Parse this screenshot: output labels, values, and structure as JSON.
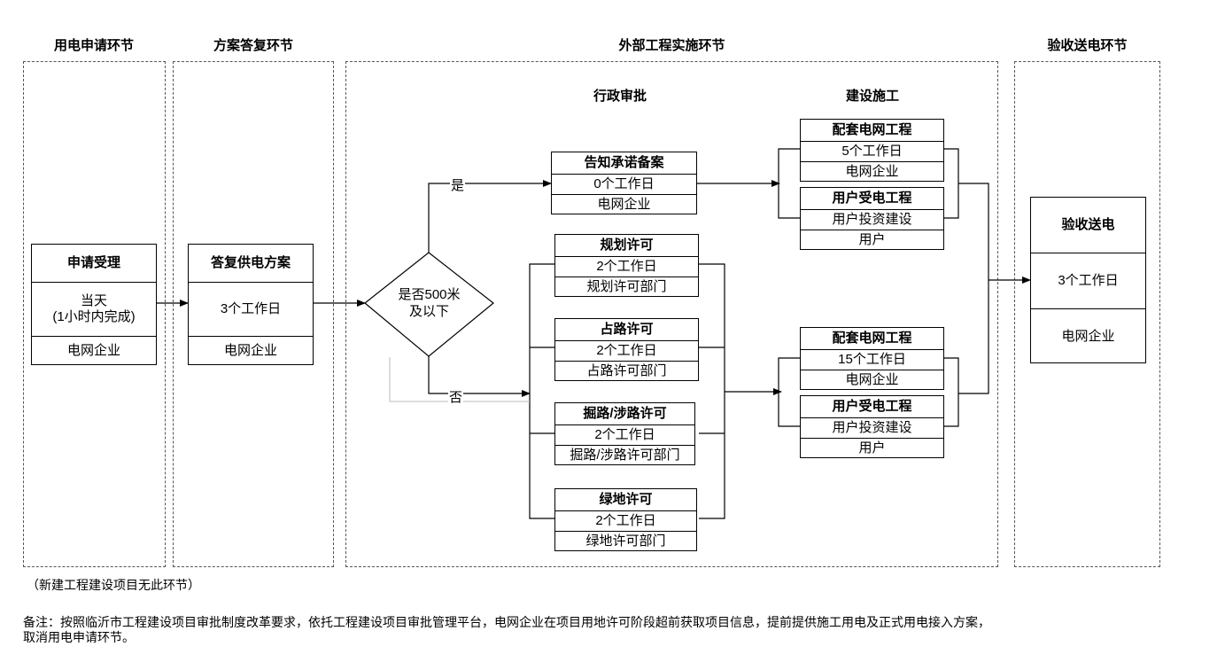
{
  "stages": {
    "apply": "用电申请环节",
    "plan": "方案答复环节",
    "external": "外部工程实施环节",
    "accept": "验收送电环节"
  },
  "subheads": {
    "admin": "行政审批",
    "construction": "建设施工"
  },
  "apply_box": {
    "title": "申请受理",
    "time_line1": "当天",
    "time_line2": "(1小时内完成)",
    "party": "电网企业"
  },
  "plan_box": {
    "title": "答复供电方案",
    "time": "3个工作日",
    "party": "电网企业"
  },
  "decision": {
    "line1": "是否500米",
    "line2": "及以下",
    "yes": "是",
    "no": "否"
  },
  "notice_box": {
    "title": "告知承诺备案",
    "time": "0个工作日",
    "party": "电网企业"
  },
  "permits": [
    {
      "title": "规划许可",
      "time": "2个工作日",
      "party": "规划许可部门"
    },
    {
      "title": "占路许可",
      "time": "2个工作日",
      "party": "占路许可部门"
    },
    {
      "title": "掘路/涉路许可",
      "time": "2个工作日",
      "party": "掘路/涉路许可部门"
    },
    {
      "title": "绿地许可",
      "time": "2个工作日",
      "party": "绿地许可部门"
    }
  ],
  "construction_top": [
    {
      "title": "配套电网工程",
      "time": "5个工作日",
      "party": "电网企业"
    },
    {
      "title": "用户受电工程",
      "time": "用户投资建设",
      "party": "用户"
    }
  ],
  "construction_bottom": [
    {
      "title": "配套电网工程",
      "time": "15个工作日",
      "party": "电网企业"
    },
    {
      "title": "用户受电工程",
      "time": "用户投资建设",
      "party": "用户"
    }
  ],
  "accept_box": {
    "title": "验收送电",
    "time": "3个工作日",
    "party": "电网企业"
  },
  "footnote_lane": "（新建工程建设项目无此环节）",
  "remark_line1": "备注：按照临沂市工程建设项目审批制度改革要求，依托工程建设项目审批管理平台，电网企业在项目用地许可阶段超前获取项目信息，提前提供施工用电及正式用电接入方案，",
  "remark_line2": "取消用电申请环节。"
}
